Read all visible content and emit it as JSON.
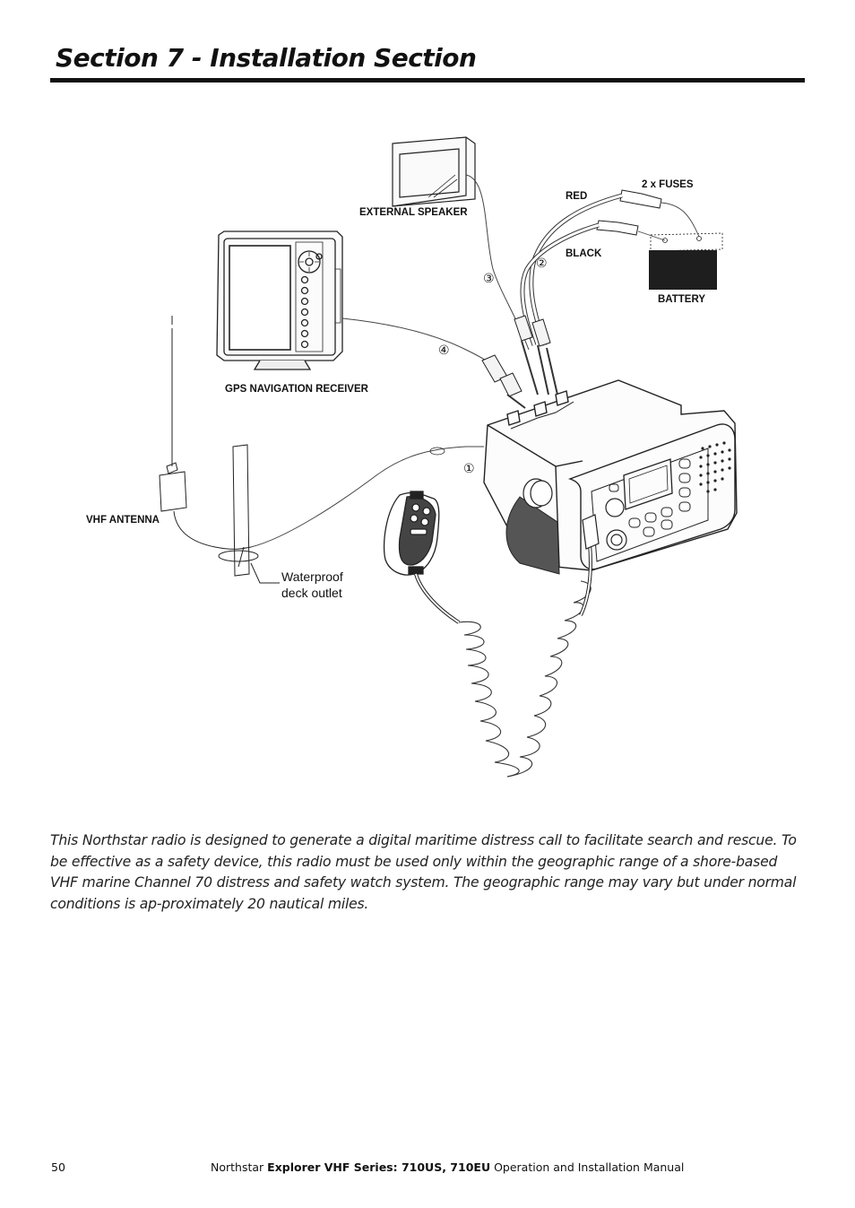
{
  "header": {
    "title": "Section 7 - Installation Section"
  },
  "diagram": {
    "labels": {
      "external_speaker": "EXTERNAL SPEAKER",
      "red": "RED",
      "fuses": "2 x FUSES",
      "black": "BLACK",
      "battery": "BATTERY",
      "gps_receiver": "GPS NAVIGATION RECEIVER",
      "vhf_antenna": "VHF ANTENNA",
      "deck_outlet_line1": "Waterproof",
      "deck_outlet_line2": "deck outlet"
    },
    "callouts": {
      "c1": "①",
      "c2": "②",
      "c3": "③",
      "c4": "④"
    }
  },
  "body": {
    "paragraph": "This Northstar radio is designed to generate a digital maritime distress call to facilitate search and rescue. To be effective as a safety device, this radio must be used only within the geographic range of a shore-based VHF marine Channel 70 distress and safety watch system. The geographic range may vary but under normal conditions is ap-proximately 20 nautical miles."
  },
  "footer": {
    "page_number": "50",
    "brand": "Northstar ",
    "series": "Explorer VHF Series: 710US, 710EU",
    "suffix": " Operation and Installation Manual"
  }
}
